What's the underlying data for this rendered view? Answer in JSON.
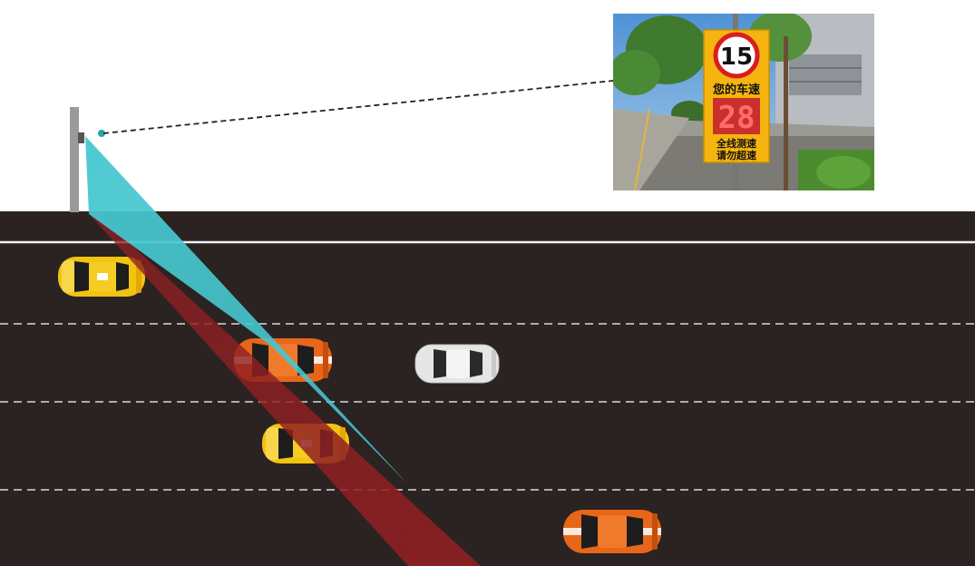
{
  "sign": {
    "speed_limit": "15",
    "line1": "您的车速",
    "line2": "全线测速",
    "line3": "请勿超速",
    "display_reading": "28"
  },
  "road": {
    "lane_count": 4
  },
  "vehicles": [
    {
      "id": "car-1",
      "kind": "taxi",
      "color": "#f2c311",
      "lane": 1
    },
    {
      "id": "car-2",
      "kind": "sports-car",
      "color": "#e8661a",
      "lane": 2
    },
    {
      "id": "car-3",
      "kind": "sedan",
      "color": "#e6e6e6",
      "lane": 2
    },
    {
      "id": "car-4",
      "kind": "taxi",
      "color": "#f2c311",
      "lane": 3
    },
    {
      "id": "car-5",
      "kind": "sports-car",
      "color": "#e8661a",
      "lane": 4
    }
  ],
  "colors": {
    "road": "#2b2222",
    "lane_solid": "#f2f2f2",
    "lane_dashed": "#d9d9d9",
    "beam_cyan": "#46c7cf",
    "beam_red": "#8f1f22",
    "sign_panel": "#f5b40f",
    "speed_ring": "#d81e1e",
    "led_red": "#e33333"
  }
}
